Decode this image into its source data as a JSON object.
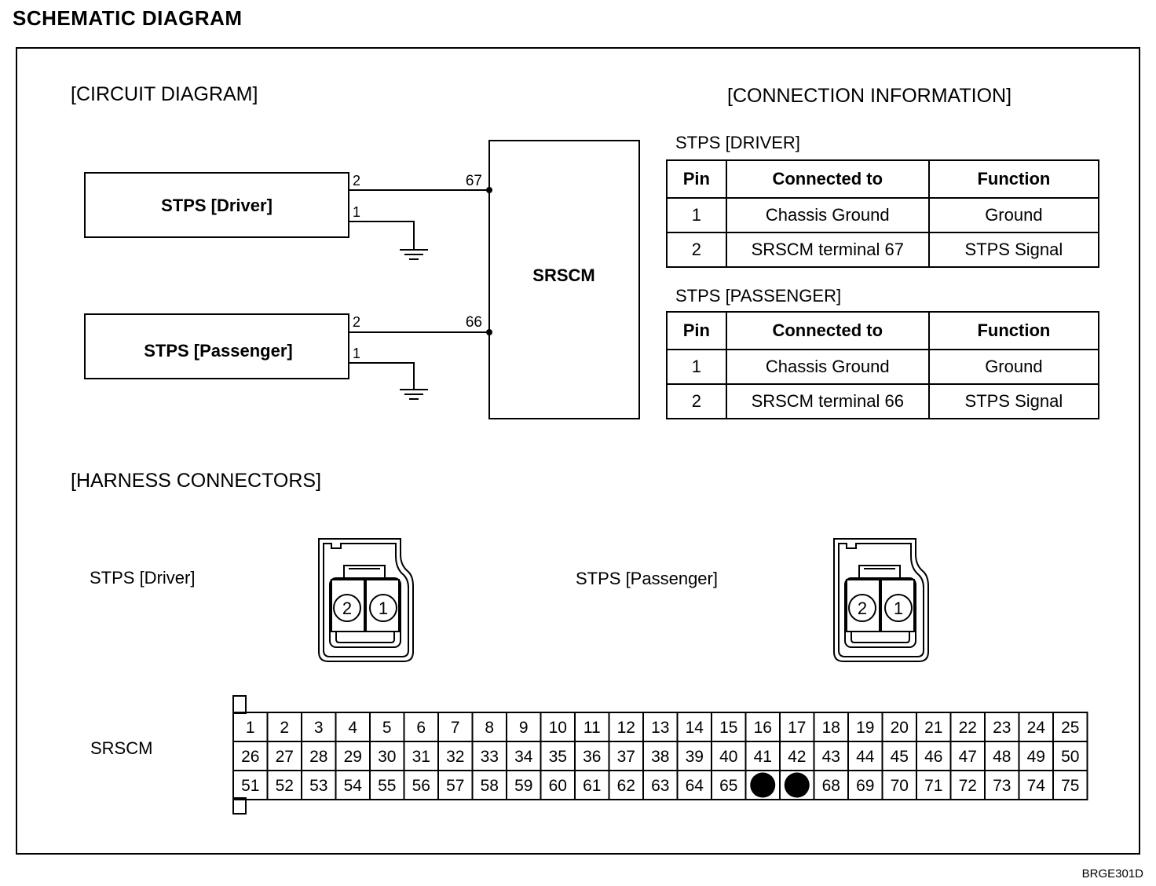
{
  "page_title": "SCHEMATIC DIAGRAM",
  "doc_code": "BRGE301D",
  "circuit": {
    "title": "[CIRCUIT DIAGRAM]",
    "driver_label": "STPS [Driver]",
    "passenger_label": "STPS [Passenger]",
    "module_label": "SRSCM",
    "driver_pins": [
      "2",
      "1"
    ],
    "passenger_pins": [
      "2",
      "1"
    ],
    "driver_terminal": "67",
    "passenger_terminal": "66"
  },
  "connection_info": {
    "title": "[CONNECTION INFORMATION]",
    "tables": [
      {
        "title": "STPS [DRIVER]",
        "headers": [
          "Pin",
          "Connected to",
          "Function"
        ],
        "rows": [
          [
            "1",
            "Chassis Ground",
            "Ground"
          ],
          [
            "2",
            "SRSCM terminal 67",
            "STPS Signal"
          ]
        ]
      },
      {
        "title": "STPS [PASSENGER]",
        "headers": [
          "Pin",
          "Connected to",
          "Function"
        ],
        "rows": [
          [
            "1",
            "Chassis Ground",
            "Ground"
          ],
          [
            "2",
            "SRSCM terminal 66",
            "STPS Signal"
          ]
        ]
      }
    ]
  },
  "harness": {
    "title": "[HARNESS CONNECTORS]",
    "driver_label": "STPS [Driver]",
    "passenger_label": "STPS [Passenger]",
    "connector_pins": [
      "2",
      "1"
    ],
    "srscm_label": "SRSCM",
    "srscm_rows": [
      [
        "1",
        "2",
        "3",
        "4",
        "5",
        "6",
        "7",
        "8",
        "9",
        "10",
        "11",
        "12",
        "13",
        "14",
        "15",
        "16",
        "17",
        "18",
        "19",
        "20",
        "21",
        "22",
        "23",
        "24",
        "25"
      ],
      [
        "26",
        "27",
        "28",
        "29",
        "30",
        "31",
        "32",
        "33",
        "34",
        "35",
        "36",
        "37",
        "38",
        "39",
        "40",
        "41",
        "42",
        "43",
        "44",
        "45",
        "46",
        "47",
        "48",
        "49",
        "50"
      ],
      [
        "51",
        "52",
        "53",
        "54",
        "55",
        "56",
        "57",
        "58",
        "59",
        "60",
        "61",
        "62",
        "63",
        "64",
        "65",
        "",
        "",
        "68",
        "69",
        "70",
        "71",
        "72",
        "73",
        "74",
        "75"
      ]
    ],
    "filled_terminals": [
      "66",
      "67"
    ]
  }
}
